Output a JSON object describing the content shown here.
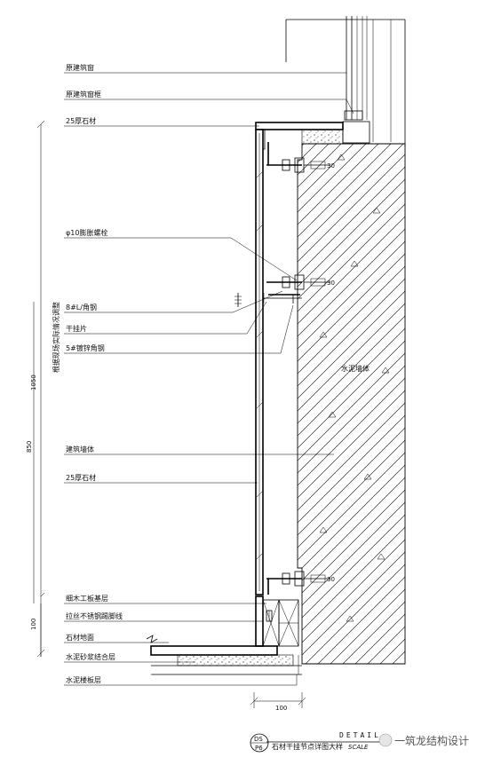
{
  "labels": {
    "l1": "原建筑窗",
    "l2": "原建筑窗框",
    "l3": "25厚石材",
    "l4": "φ10膨胀螺栓",
    "l5": "8#L/角钢",
    "l6": "干挂片",
    "l7": "5#镀锌角钢",
    "l8": "建筑墙体",
    "l9": "25厚石材",
    "l10": "细木工板基层",
    "l11": "拉丝不锈钢踢脚线",
    "l12": "石材地面",
    "l13": "水泥砂浆结合层",
    "l14": "水泥楼板层",
    "wall_note": "水泥墙体",
    "side_note": "根据现场实际情况调整",
    "anchor_label": "30"
  },
  "dimensions": {
    "d1050": "1050",
    "d850": "850",
    "d100v": "100",
    "d100h": "100"
  },
  "title_block": {
    "detail_word": "DETAIL",
    "scale_text": "SCALE",
    "sheet_top": "DS",
    "sheet_bottom": "P6",
    "title": "石材干挂节点详图大样"
  },
  "watermark": "一筑龙结构设计"
}
